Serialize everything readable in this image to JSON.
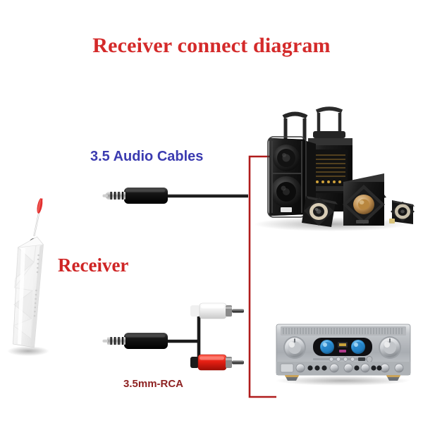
{
  "diagram": {
    "title": "Receiver connect diagram",
    "background_color": "#ffffff",
    "labels": {
      "audio_cables": "3.5 Audio Cables",
      "receiver": "Receiver",
      "rca_cable": "3.5mm-RCA"
    },
    "colors": {
      "title_red": "#d42a2a",
      "label_blue": "#3b3bb0",
      "label_dark_red": "#8e2222",
      "connector_line_red": "#b01c1c",
      "cable_black": "#1b1b1b",
      "rca_white": "#f2f2f2",
      "rca_red": "#e02020",
      "antenna_red": "#e33434",
      "receiver_white": "#f4f4f4",
      "speaker_black": "#1d1d1d",
      "amplifier_silver": "#b9bcc0",
      "vu_meter_blue": "#2f93d8",
      "driver_gold": "#c89a5e"
    },
    "devices": [
      {
        "name": "bluetooth-receiver",
        "label": "Receiver",
        "description": "white faceted wedge-shaped wireless receiver with red-tipped antenna"
      },
      {
        "name": "speaker-system",
        "description": "black PA trolley speakers, subwoofer and satellite speakers"
      },
      {
        "name": "amplifier",
        "description": "silver stereo amplifier with two large knobs and twin blue VU meters"
      }
    ],
    "cables": [
      {
        "name": "aux-3.5mm-cable",
        "label": "3.5 Audio Cables",
        "from": "receiver",
        "to": "speaker-system",
        "connector": "3.5mm TRRS plug"
      },
      {
        "name": "rca-splitter-cable",
        "label": "3.5mm-RCA",
        "from": "receiver",
        "to": "amplifier",
        "connector": "3.5mm plug to white and red RCA plugs"
      }
    ]
  }
}
